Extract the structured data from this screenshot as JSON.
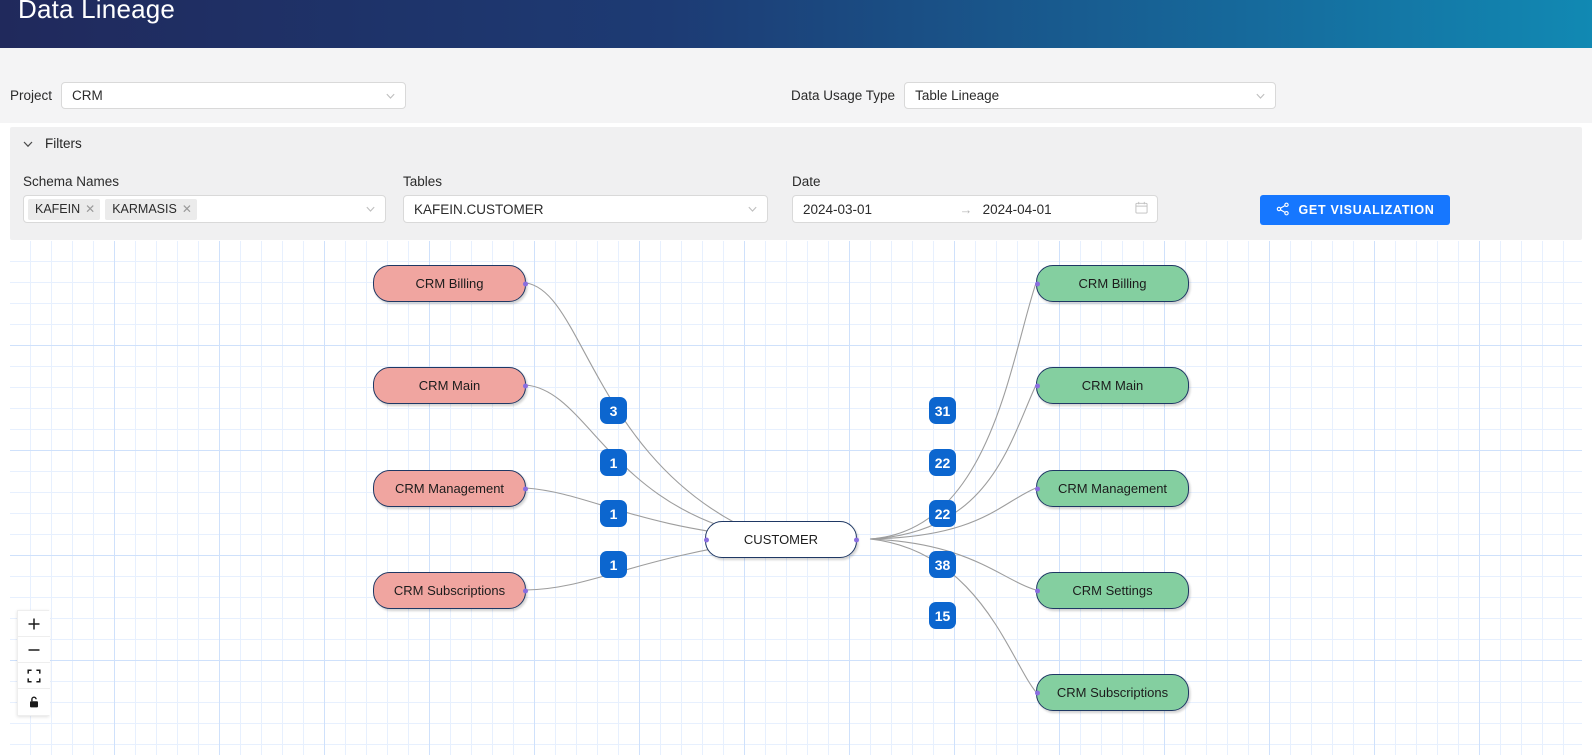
{
  "header": {
    "title": "Data Lineage"
  },
  "controls": {
    "project": {
      "label": "Project",
      "value": "CRM",
      "icon": "chevron-down-icon"
    },
    "data_usage_type": {
      "label": "Data Usage Type",
      "value": "Table Lineage",
      "icon": "chevron-down-icon"
    }
  },
  "filters": {
    "title": "Filters",
    "caret_icon": "chevron-down-icon",
    "schema_names": {
      "label": "Schema Names",
      "tags": [
        "KAFEIN",
        "KARMASIS"
      ],
      "remove_icon": "close-icon",
      "dropdown_icon": "chevron-down-icon"
    },
    "tables": {
      "label": "Tables",
      "value": "KAFEIN.CUSTOMER",
      "dropdown_icon": "chevron-down-icon"
    },
    "date": {
      "label": "Date",
      "start": "2024-03-01",
      "separator": "→",
      "end": "2024-04-01",
      "icon": "calendar-icon"
    }
  },
  "action": {
    "get_visualization_label": "GET VISUALIZATION",
    "icon": "share-nodes-icon",
    "color": "#1677ff"
  },
  "zoom_controls": [
    {
      "name": "zoom-in",
      "icon": "plus-icon"
    },
    {
      "name": "zoom-out",
      "icon": "minus-icon"
    },
    {
      "name": "fit-view",
      "icon": "expand-icon"
    },
    {
      "name": "lock-interaction",
      "icon": "lock-icon"
    }
  ],
  "graph": {
    "colors": {
      "source_node": "#f0a5a0",
      "target_node": "#84cfa0",
      "center_node": "#ffffff",
      "node_border": "#1f3864",
      "edge_badge": "#0c66cf",
      "port": "#8a6ee0",
      "grid_line": "#cfe1fb"
    },
    "center_node": {
      "label": "CUSTOMER"
    },
    "source_nodes": [
      {
        "label": "CRM Billing"
      },
      {
        "label": "CRM Main"
      },
      {
        "label": "CRM Management"
      },
      {
        "label": "CRM Subscriptions"
      }
    ],
    "target_nodes": [
      {
        "label": "CRM Billing"
      },
      {
        "label": "CRM Main"
      },
      {
        "label": "CRM Management"
      },
      {
        "label": "CRM Settings"
      },
      {
        "label": "CRM Subscriptions"
      }
    ],
    "incoming_edge_counts": [
      "3",
      "1",
      "1",
      "1"
    ],
    "outgoing_edge_counts": [
      "31",
      "22",
      "22",
      "38",
      "15"
    ]
  }
}
